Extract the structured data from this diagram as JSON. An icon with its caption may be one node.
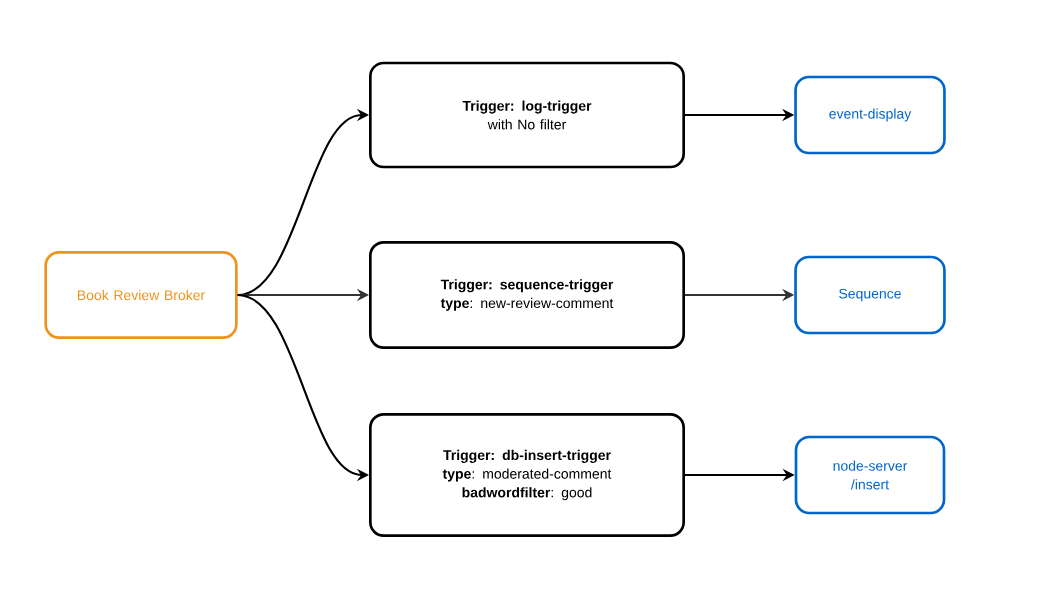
{
  "diagram": {
    "nodes": [
      {
        "text": [
          "Book Review Broker"
        ]
      },
      {
        "text": [
          "Trigger: log-trigger",
          "with No filter"
        ]
      },
      {
        "text": [
          "Trigger: sequence-trigger",
          "**type**: new-review-comment"
        ]
      },
      {
        "text": [
          "Trigger: db-insert-trigger",
          "**type**: moderated-comment",
          "**badwordfilter**: good"
        ]
      },
      {
        "text": [
          "event-display"
        ]
      },
      {
        "text": [
          "Sequence"
        ]
      },
      {
        "text": [
          "node-server /insert"
        ]
      }
    ],
    "edges": [
      {
        "from": 0,
        "to": 1,
        "arrow": "to"
      },
      {
        "from": 0,
        "to": 2,
        "arrow": "to",
        "color": "#333333"
      },
      {
        "from": 0,
        "to": 3,
        "arrow": "to"
      },
      {
        "from": 1,
        "to": 4,
        "arrow": "to"
      },
      {
        "from": 2,
        "to": 5,
        "arrow": "to",
        "color": "#333333"
      },
      {
        "from": 3,
        "to": 6,
        "arrow": "to"
      }
    ]
  }
}
